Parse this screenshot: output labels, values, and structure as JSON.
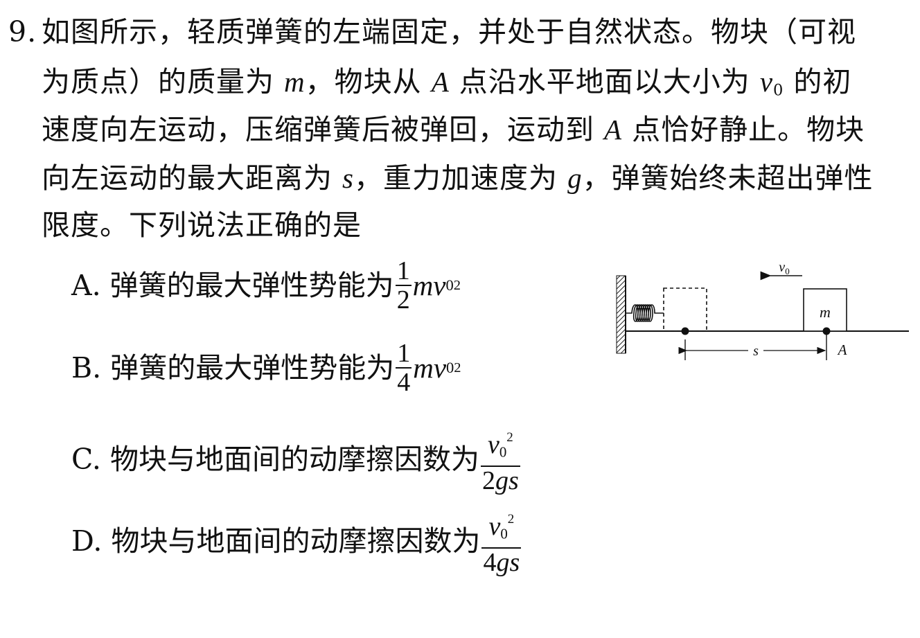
{
  "question": {
    "number": "9.",
    "lines": {
      "l1": "如图所示，轻质弹簧的左端固定，并处于自然状态。物块（可视",
      "l2a": "为质点）的质量为 ",
      "l2m": "m",
      "l2b": "，物块从 ",
      "l2A": "A",
      "l2c": " 点沿水平地面以大小为 ",
      "l2v": "v",
      "l2v0": "0",
      "l2d": " 的初",
      "l3a": "速度向左运动，压缩弹簧后被弹回，运动到 ",
      "l3A": "A",
      "l3b": " 点恰好静止。物块",
      "l4a": "向左运动的最大距离为 ",
      "l4s": "s",
      "l4b": "，重力加速度为 ",
      "l4g": "g",
      "l4c": "，弹簧始终未超出弹性",
      "l5": "限度。下列说法正确的是"
    }
  },
  "options": {
    "A": {
      "label": "A. 弹簧的最大弹性势能为",
      "num": "1",
      "den": "2",
      "tail_m": "m",
      "tail_v": "v",
      "tail_sub": "0",
      "tail_sup": "2"
    },
    "B": {
      "label": "B. 弹簧的最大弹性势能为",
      "num": "1",
      "den": "4",
      "tail_m": "m",
      "tail_v": "v",
      "tail_sub": "0",
      "tail_sup": "2"
    },
    "C": {
      "label": "C. 物块与地面间的动摩擦因数为",
      "num_v": "v",
      "num_sub": "0",
      "num_sup": "2",
      "den_coef": "2",
      "den_g": "g",
      "den_s": "s"
    },
    "D": {
      "label": "D. 物块与地面间的动摩擦因数为",
      "num_v": "v",
      "num_sub": "0",
      "num_sup": "2",
      "den_coef": "4",
      "den_g": "g",
      "den_s": "s"
    }
  },
  "diagram": {
    "velocity_v": "v",
    "velocity_sub": "0",
    "block_label": "m",
    "distance_label": "s",
    "point_label": "A"
  }
}
